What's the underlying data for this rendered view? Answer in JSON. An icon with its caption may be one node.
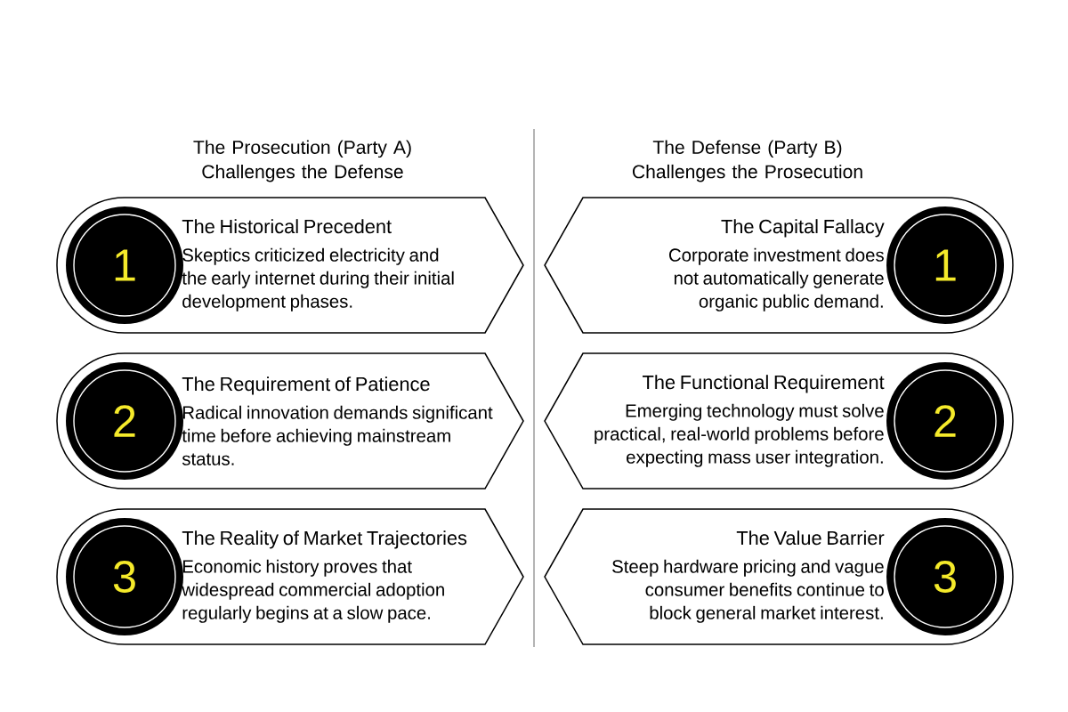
{
  "diagram": {
    "nodes": [
      {
        "text": [
          "The Historical Precedent",
          "Skeptics criticized electricity and the early internet during their initial development phases."
        ]
      },
      {
        "text": [
          "1"
        ],
        "in": 0
      },
      {
        "text": [
          "The Capital Fallacy",
          "Corporate investment does not automatically generate organic public demand."
        ]
      },
      {
        "text": [
          "1"
        ],
        "in": 2
      },
      {
        "text": [
          "The Requirement of Patience",
          "Radical innovation demands significant time before achieving mainstream status."
        ]
      },
      {
        "text": [
          "2"
        ],
        "in": 4
      },
      {
        "text": [
          "The Functional Requirement",
          "Emerging technology must solve practical, real-world problems before expecting mass user integration."
        ]
      },
      {
        "text": [
          "2"
        ],
        "in": 6
      },
      {
        "text": [
          "The Reality of Market Trajectories",
          "Economic history proves that widespread commercial adoption regularly begins at a slow pace."
        ]
      },
      {
        "text": [
          "3"
        ],
        "in": 8
      },
      {
        "text": [
          "The Value Barrier",
          "Steep hardware pricing and vague consumer benefits continue to block general market interest."
        ]
      },
      {
        "text": [
          "3"
        ],
        "in": 10
      }
    ],
    "labels": [
      "The Prosecution (Party A) Challenges the Defense",
      "The Defense (Party B) Challenges the Prosecution"
    ]
  }
}
